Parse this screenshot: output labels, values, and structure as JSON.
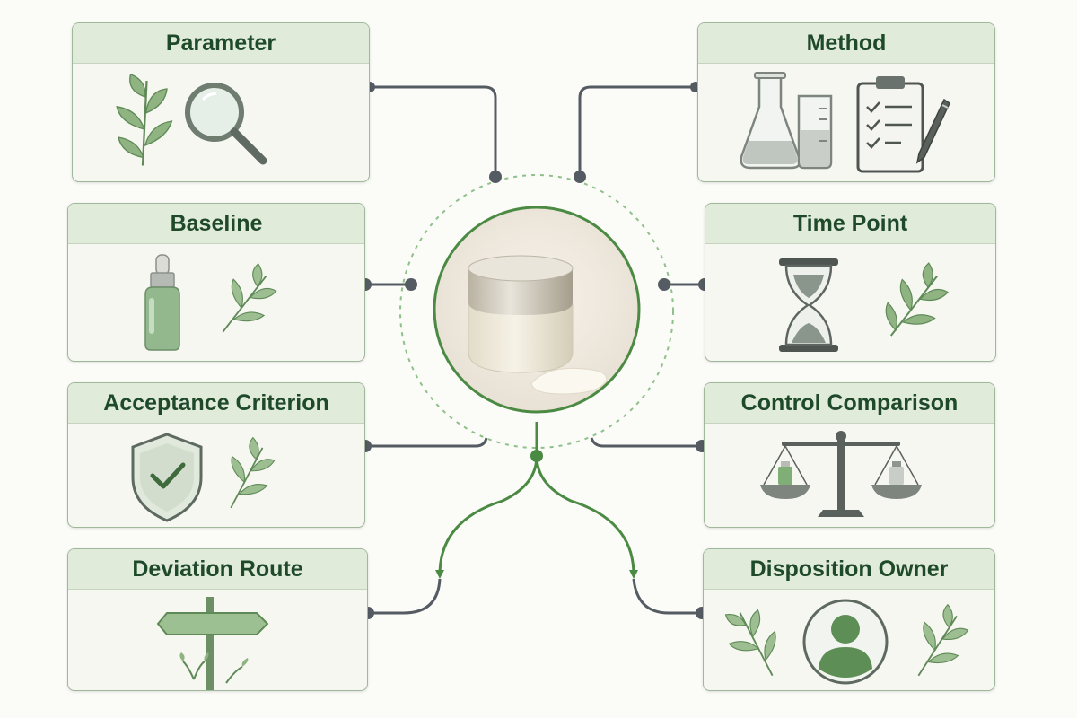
{
  "center": {
    "icon": "cream-jar"
  },
  "cards": {
    "parameter": {
      "title": "Parameter",
      "icons": [
        "leaf-sprig-icon",
        "magnifier-icon"
      ]
    },
    "method": {
      "title": "Method",
      "icons": [
        "flask-icon",
        "beaker-icon",
        "clipboard-checklist-icon",
        "pen-icon"
      ]
    },
    "baseline": {
      "title": "Baseline",
      "icons": [
        "dropper-bottle-icon",
        "leaf-sprig-icon"
      ]
    },
    "time_point": {
      "title": "Time Point",
      "icons": [
        "hourglass-icon",
        "leaf-sprig-icon"
      ]
    },
    "acceptance_criterion": {
      "title": "Acceptance Criterion",
      "icons": [
        "shield-check-icon",
        "leaf-sprig-icon"
      ]
    },
    "control_comparison": {
      "title": "Control Comparison",
      "icons": [
        "balance-scale-icon"
      ]
    },
    "deviation_route": {
      "title": "Deviation Route",
      "icons": [
        "signpost-icon"
      ]
    },
    "disposition_owner": {
      "title": "Disposition Owner",
      "icons": [
        "leaf-sprig-icon",
        "person-avatar-icon",
        "leaf-sprig-icon"
      ]
    }
  },
  "colors": {
    "accent_green": "#4a8a42",
    "connector_gray": "#555b62",
    "header_bg": "#e1ebda",
    "card_border": "#9fb79a",
    "title_text": "#1f4a2a"
  }
}
